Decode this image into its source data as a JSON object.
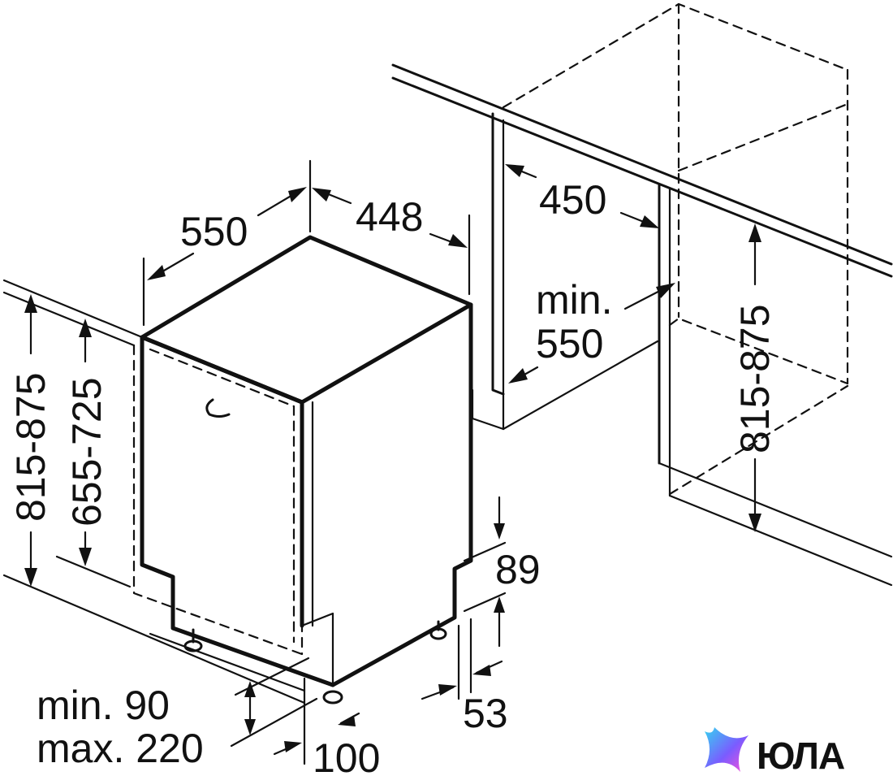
{
  "diagram": {
    "dimensions": {
      "appliance_depth": "550",
      "appliance_width": "448",
      "niche_width": "450",
      "niche_depth": "min.\n550",
      "niche_depth_line1": "min.",
      "niche_depth_line2": "550",
      "niche_height": "815-875",
      "appliance_height": "815-875",
      "door_height": "655-725",
      "plinth_line1": "min. 90",
      "plinth_line2": "max. 220",
      "plinth_recess": "100",
      "top_gap": "89",
      "side_gap": "53"
    },
    "colors": {
      "line": "#111111",
      "background": "#ffffff",
      "logo_gradient": [
        "#35d3f0",
        "#7a5cff",
        "#ff4fd8"
      ]
    },
    "logo": {
      "icon": "star-gradient-icon",
      "text": "ЮЛА"
    }
  }
}
